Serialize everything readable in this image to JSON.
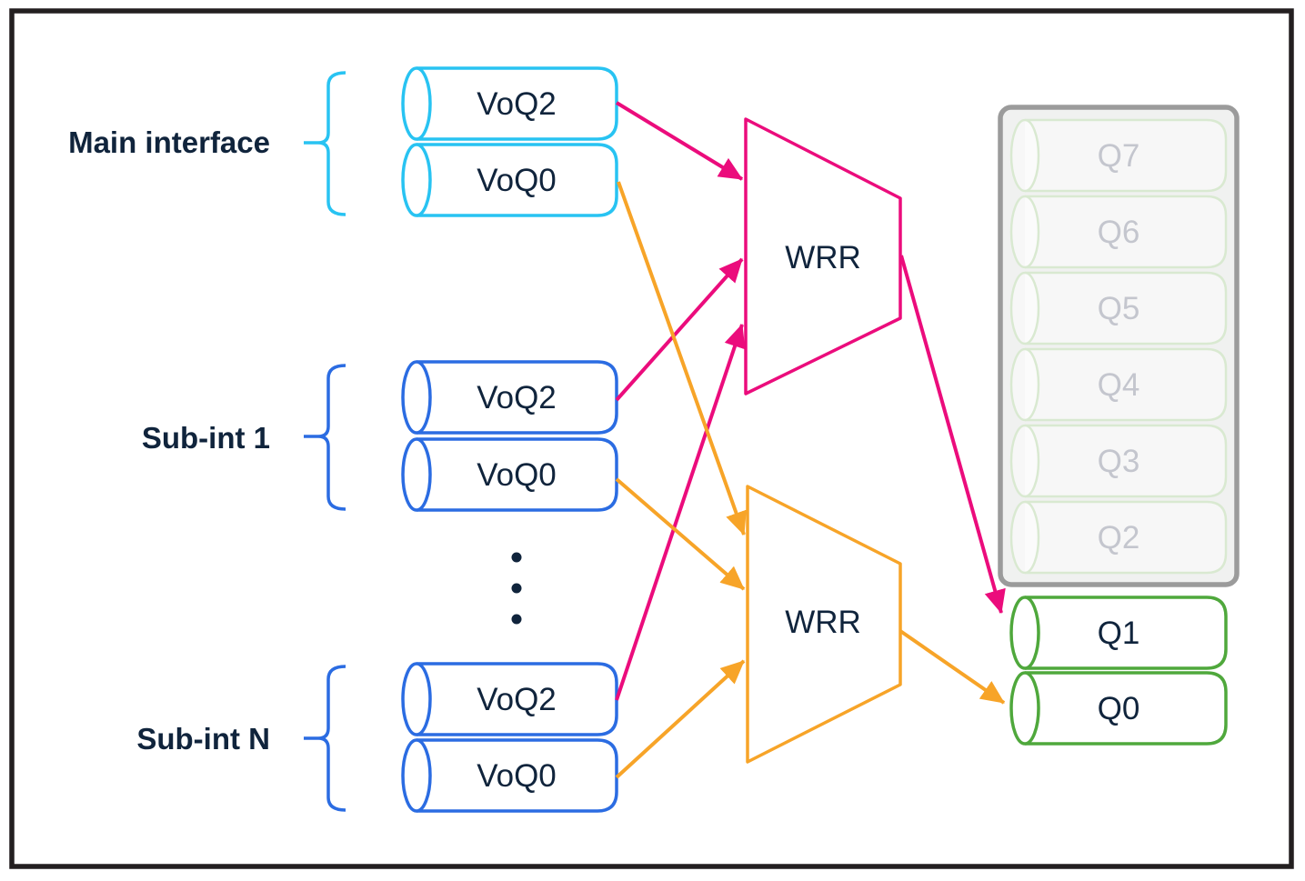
{
  "groups": [
    {
      "id": "main-interface",
      "label": "Main interface",
      "queues": [
        "VoQ2",
        "VoQ0"
      ]
    },
    {
      "id": "sub-int-1",
      "label": "Sub-int 1",
      "queues": [
        "VoQ2",
        "VoQ0"
      ]
    },
    {
      "id": "sub-int-n",
      "label": "Sub-int N",
      "queues": [
        "VoQ2",
        "VoQ0"
      ]
    }
  ],
  "schedulers": [
    {
      "id": "wrr-high",
      "label": "WRR"
    },
    {
      "id": "wrr-low",
      "label": "WRR"
    }
  ],
  "egress_queues": {
    "inactive": [
      "Q7",
      "Q6",
      "Q5",
      "Q4",
      "Q3",
      "Q2"
    ],
    "active": [
      "Q1",
      "Q0"
    ]
  },
  "colors": {
    "main_interface_cyan": "#28c3f2",
    "sub_interface_blue": "#2b6ce2",
    "high_priority_flow_pink": "#eb0c7c",
    "low_priority_flow_orange": "#f7a428",
    "active_queue_green": "#4fa83c",
    "inactive_queue_stroke": "#d9e9d1",
    "inactive_queue_label": "#c4c6ce",
    "text_navy": "#10243c",
    "frame_black": "#231f20",
    "egress_box_border": "#9b9b9b",
    "egress_box_fill": "#f0f1f0"
  }
}
